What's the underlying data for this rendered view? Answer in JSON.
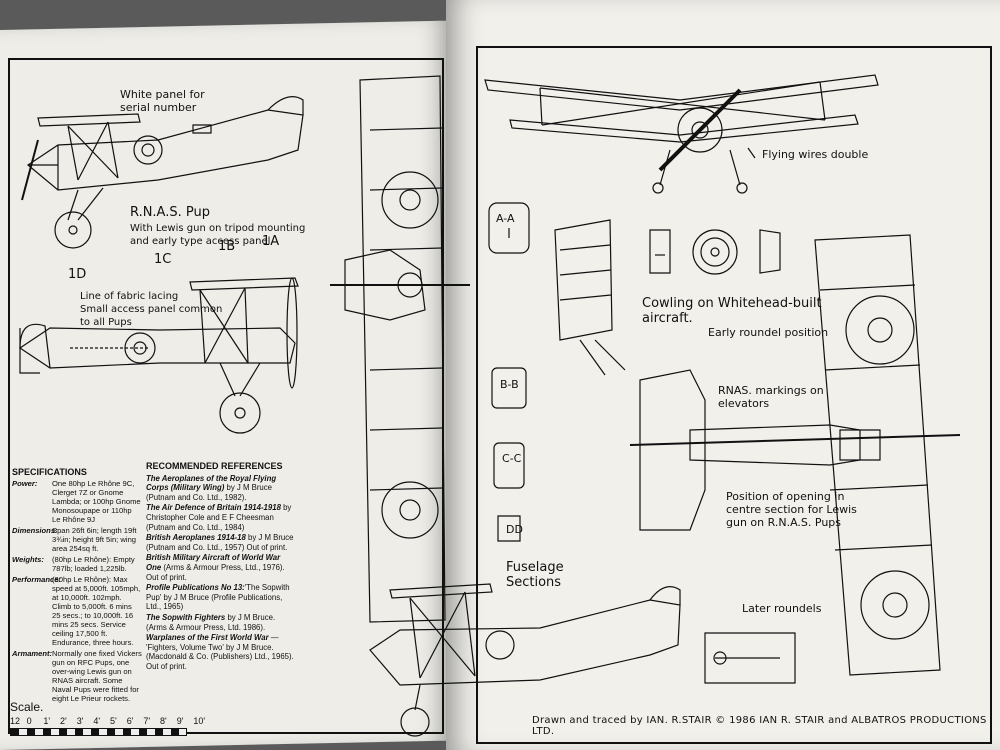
{
  "labels": {
    "serial_panel": "White panel for\nserial number",
    "rnas_pup": "R.N.A.S. Pup",
    "rnas_pup_desc": "With Lewis gun on tripod mounting\nand early type access panel",
    "mark_1a": "1A",
    "mark_1b": "1B",
    "mark_1c": "1C",
    "mark_1d": "1D",
    "fabric_lacing": "Line of fabric lacing\nSmall access panel common\nto all Pups",
    "section_aa": "A-A",
    "section_bb": "B-B",
    "section_cc": "C-C",
    "section_dd": "DD",
    "fuselage_sections": "Fuselage\nSections",
    "flying_wires": "Flying wires double",
    "cowling": "Cowling on Whitehead-built\naircraft.",
    "early_roundel": "Early roundel position",
    "rnas_markings": "RNAS. markings on\nelevators",
    "opening_position": "Position of opening in\ncentre section for Lewis\ngun on R.N.A.S. Pups",
    "later_roundels": "Later roundels"
  },
  "specifications": {
    "title": "SPECIFICATIONS",
    "rows": [
      {
        "key": "Power:",
        "value": "One 80hp Le Rhône 9C, Clerget 7Z or Gnome Lambda; or 100hp Gnome Monosoupape or 110hp Le Rhône 9J"
      },
      {
        "key": "Dimensions:",
        "value": "Span 26ft 6in; length 19ft 3¾in; height 9ft 5in; wing area 254sq ft."
      },
      {
        "key": "Weights:",
        "value": "(80hp Le Rhône): Empty 787lb; loaded 1,225lb."
      },
      {
        "key": "Performance:",
        "value": "(80hp Le Rhône): Max speed at 5,000ft. 105mph, at 10,000ft. 102mph. Climb to 5,000ft. 6 mins 25 secs.; to 10,000ft. 16 mins 25 secs. Service ceiling 17,500 ft. Endurance, three hours."
      },
      {
        "key": "Armament:",
        "value": "Normally one fixed Vickers gun on RFC Pups, one over-wing Lewis gun on RNAS aircraft. Some Naval Pups were fitted for eight Le Prieur rockets."
      }
    ]
  },
  "references": {
    "title": "RECOMMENDED REFERENCES",
    "items": [
      {
        "book": "The Aeroplanes of the Royal Flying Corps (Military Wing)",
        "detail": " by J M Bruce (Putnam and Co. Ltd., 1982)."
      },
      {
        "book": "The Air Defence of Britain 1914-1918",
        "detail": " by Christopher Cole and E F Cheesman (Putnam and Co. Ltd., 1984)"
      },
      {
        "book": "British Aeroplanes 1914-18",
        "detail": " by J M Bruce (Putnam and Co. Ltd., 1957) Out of print."
      },
      {
        "book": "British Military Aircraft of World War One",
        "detail": " (Arms & Armour Press, Ltd., 1976). Out of print."
      },
      {
        "book": "Profile Publications No 13:",
        "detail": "'The Sopwith Pup' by J M Bruce (Profile Publications, Ltd., 1965)"
      },
      {
        "book": "The Sopwith Fighters",
        "detail": " by J M Bruce. (Arms & Armour Press, Ltd. 1986)."
      },
      {
        "book": "Warplanes of the First World War",
        "detail": " — 'Fighters, Volume Two' by J M Bruce. (Macdonald & Co. (Publishers) Ltd., 1965). Out of print."
      }
    ]
  },
  "scale": {
    "title": "Scale.",
    "ticks": [
      "12",
      "0",
      "1'",
      "2'",
      "3'",
      "4'",
      "5'",
      "6'",
      "7'",
      "8'",
      "9'",
      "10'"
    ]
  },
  "credit": "Drawn and traced by IAN. R.STAIR  ©  1986  IAN R. STAIR and ALBATROS PRODUCTIONS LTD."
}
